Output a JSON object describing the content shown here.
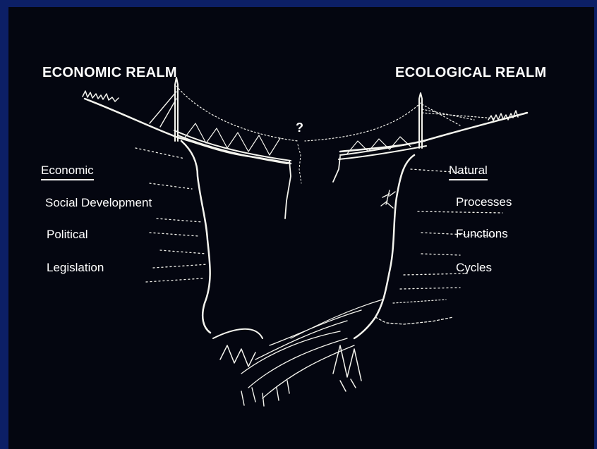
{
  "left_realm": {
    "title": "ECONOMIC REALM",
    "heading": "Economic",
    "items": [
      "Social Development",
      "Political",
      "Legislation"
    ]
  },
  "right_realm": {
    "title": "ECOLOGICAL REALM",
    "heading": "Natural",
    "items": [
      "Processes",
      "Functions",
      "Cycles"
    ]
  },
  "gap_mark": "?",
  "colors": {
    "frame": "#0c1f66",
    "background": "#040610",
    "ink": "#ffffff"
  }
}
